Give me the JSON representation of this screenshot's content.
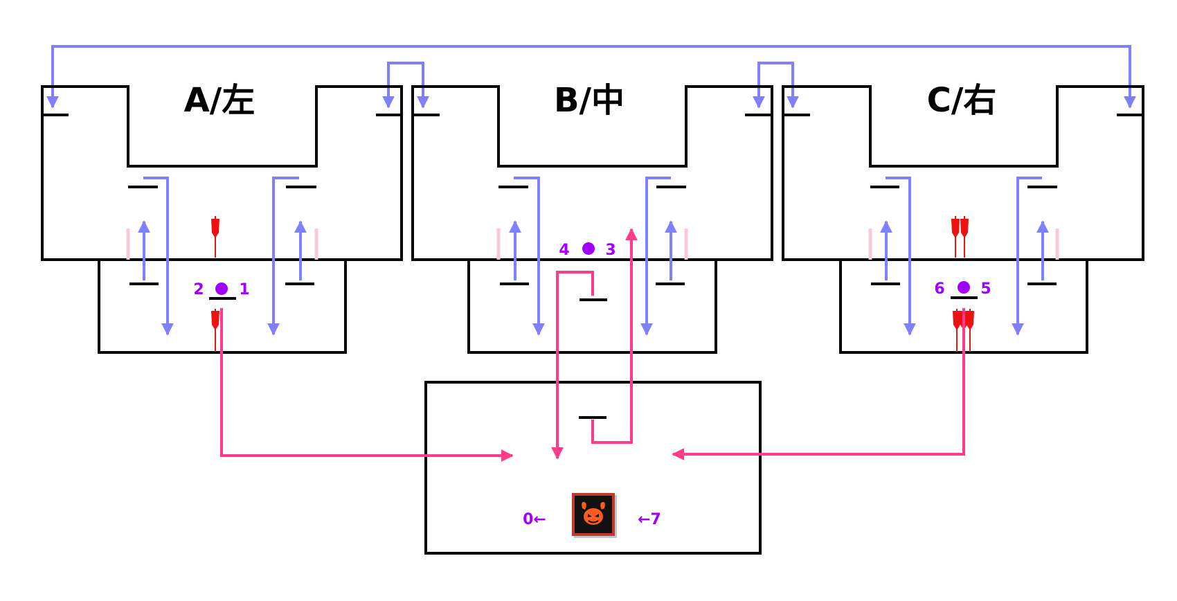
{
  "rooms": {
    "a": {
      "title": "A/左"
    },
    "b": {
      "title": "B/中"
    },
    "c": {
      "title": "C/右"
    }
  },
  "markers": {
    "a_left": "2",
    "a_right": "1",
    "b_left": "4",
    "b_right": "3",
    "c_left": "6",
    "c_right": "5",
    "boss_left": "0←",
    "boss_right": "←7"
  },
  "boss": {
    "icon": "demon-face-icon"
  },
  "colors": {
    "ladder_arrows": "#8080ff",
    "path_arrows": "#ff3c8c",
    "markers": "#a000ff",
    "flags": "#ee1111"
  }
}
